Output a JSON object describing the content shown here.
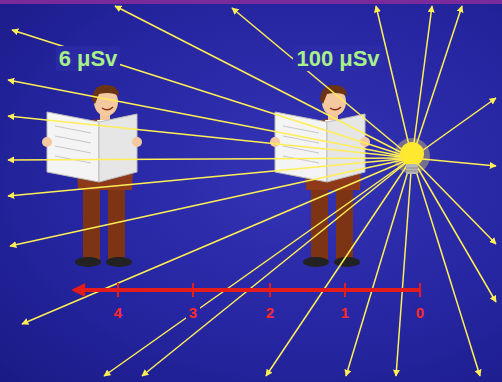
{
  "diagram": {
    "labels": [
      "6 μSv",
      "100 μSv",
      "4",
      "3",
      "2",
      "1",
      "0"
    ]
  }
}
